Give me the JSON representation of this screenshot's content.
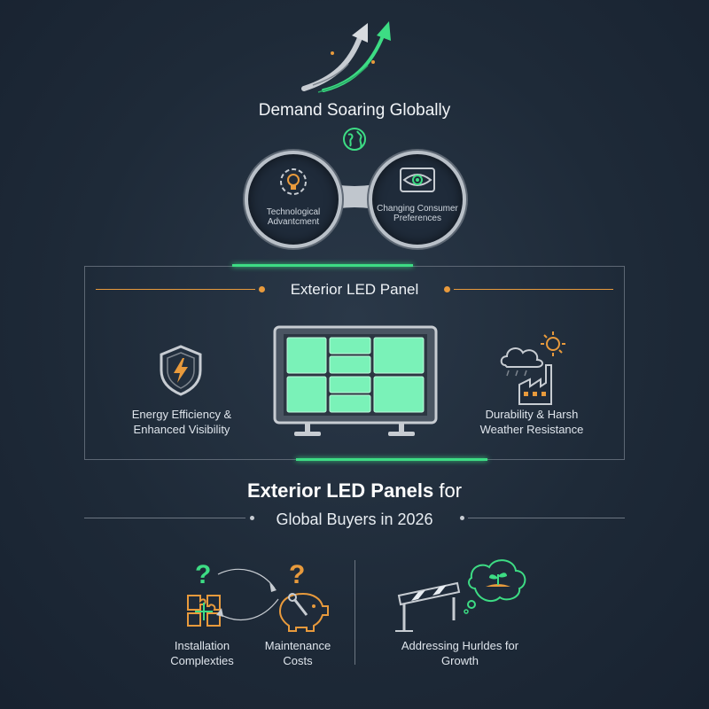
{
  "header": {
    "title": "Demand Soaring Globally",
    "icons": [
      "growth-arrows-icon",
      "globe-icon"
    ]
  },
  "drivers": [
    {
      "label": "Technological Advantcment",
      "icon": "lightbulb-gear-icon"
    },
    {
      "label": "Changing Consumer Preferences",
      "icon": "eye-icon"
    }
  ],
  "panel_section": {
    "title": "Exterior LED Panel",
    "left": {
      "label": "Energy Efficiency & Enhanced Visibility",
      "icon": "shield-lightning-icon"
    },
    "right": {
      "label": "Durability & Harsh Weather Resistance",
      "icon": "weather-factory-icon"
    },
    "center_icon": "led-panel-icon"
  },
  "main": {
    "title_bold": "Exterior LED Panels",
    "title_rest": " for",
    "subtitle": "Global Buyers in 2026"
  },
  "challenges": [
    {
      "label": "Installation Complexties",
      "icon": "puzzle-question-icon"
    },
    {
      "label": "Maintenance Costs",
      "icon": "piggy-bank-wrench-icon"
    },
    {
      "label": "Addressing Hurldes for Growth",
      "icon": "barrier-plant-icon"
    }
  ],
  "colors": {
    "background": "#1e2a38",
    "accent_green": "#3ddc84",
    "accent_orange": "#e89a3c",
    "panel_glow": "#7af2b8"
  }
}
